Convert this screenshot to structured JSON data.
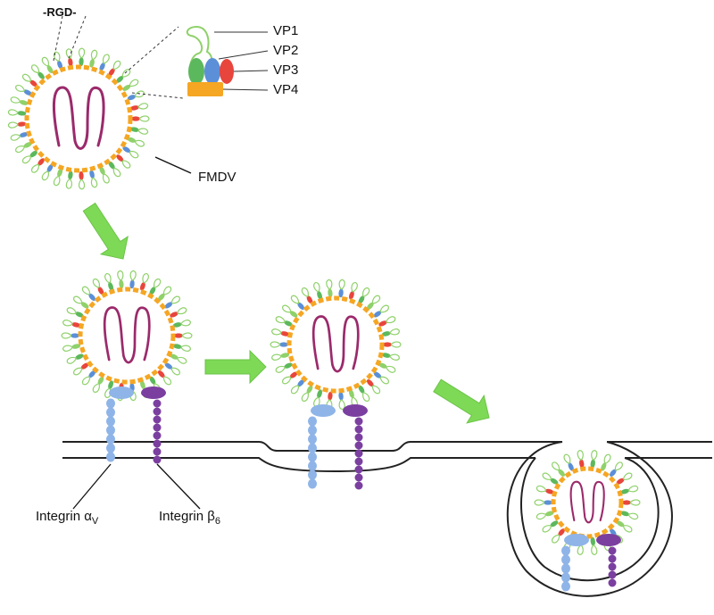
{
  "labels": {
    "rgd": "-RGD-",
    "vp1": "VP1",
    "vp2": "VP2",
    "vp3": "VP3",
    "vp4": "VP4",
    "fmdv": "FMDV",
    "integrin_av": {
      "main": "Integrin α",
      "sub": "V"
    },
    "integrin_b6": {
      "main": "Integrin β",
      "sub": "6"
    }
  },
  "colors": {
    "vp1": "#8fd16a",
    "vp2": "#5cb85c",
    "vp3": "#e8453c",
    "vp4": "#f5a623",
    "vp2_blue": "#5b8fd8",
    "rna": "#9b2a6b",
    "integrin_av": "#8fb4e8",
    "integrin_b6": "#7b3fa0",
    "arrow": "#7ed957",
    "membrane": "#222222"
  }
}
